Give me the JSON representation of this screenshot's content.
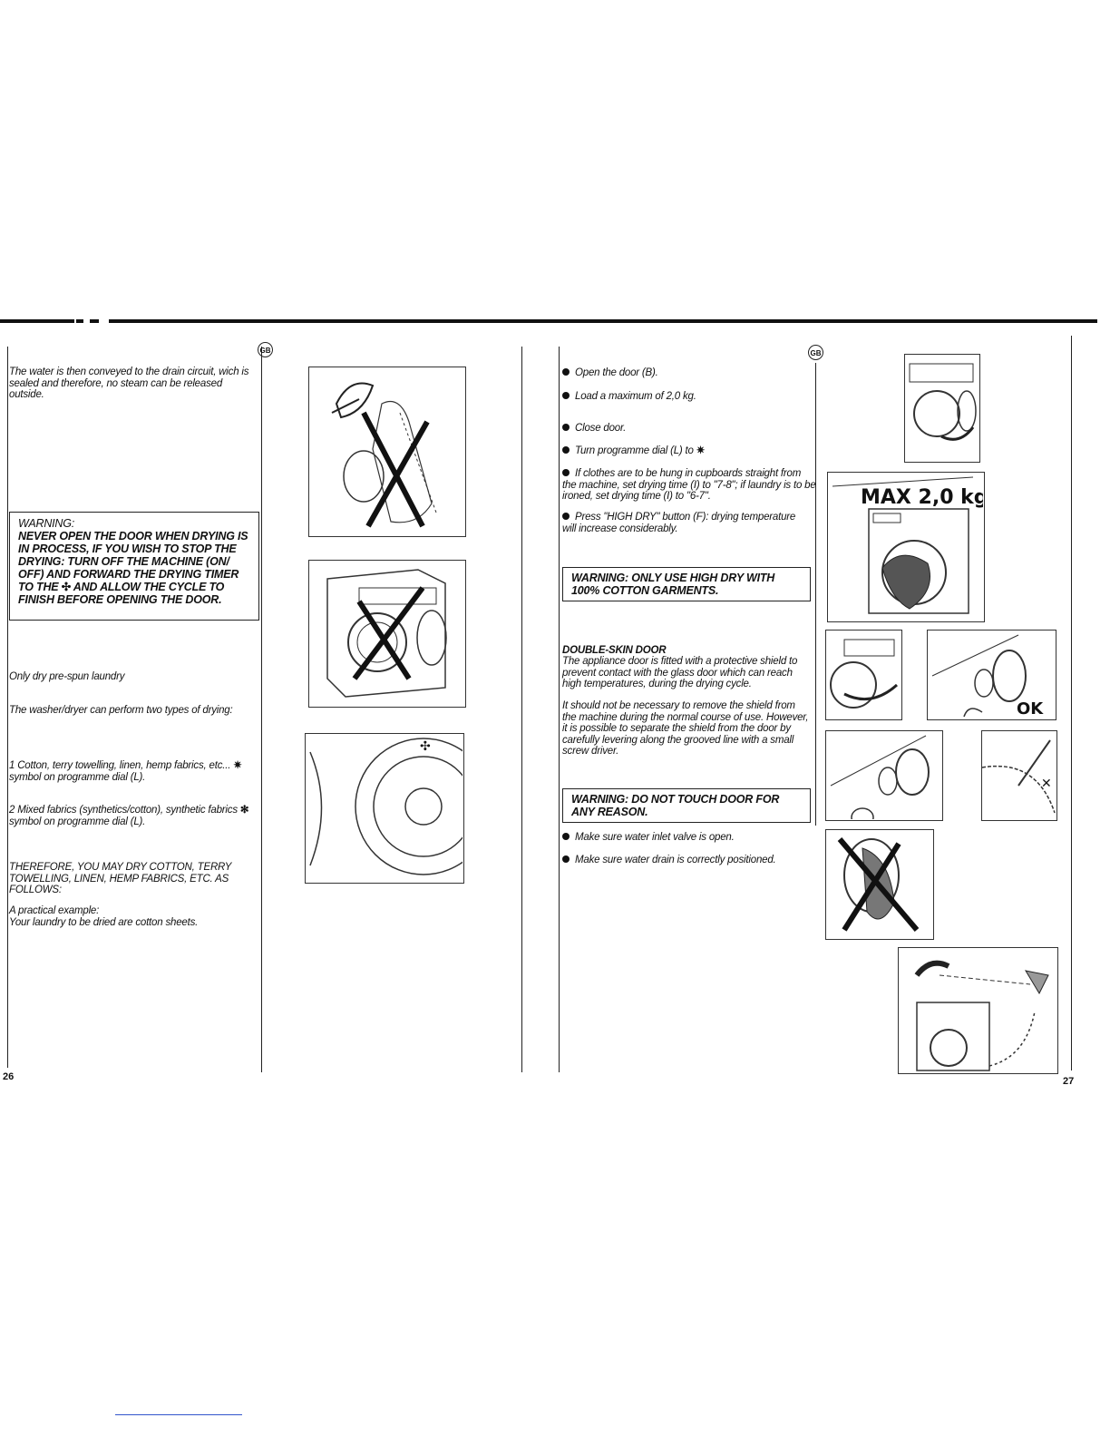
{
  "badge": "GB",
  "left_page": {
    "intro": "The water is then conveyed to the drain circuit, wich is sealed and therefore, no steam can be released outside.",
    "warning": {
      "title": "WARNING:",
      "body": "NEVER OPEN  THE DOOR WHEN DRYING IS IN PROCESS, IF YOU WISH TO STOP THE DRYING: TURN OFF THE MACHINE (ON/ OFF) AND FORWARD THE DRYING TIMER TO THE",
      "body_end": "AND ALLOW THE CYCLE TO FINISH BEFORE OPENING THE DOOR."
    },
    "only_dry": "Only dry pre-spun laundry",
    "two_types": "The washer/dryer can perform two types of drying:",
    "type1_start": "1 Cotton, terry towelling, linen, hemp fabrics, etc...",
    "type1_end": "symbol on programme dial (L).",
    "type2_start": "2 Mixed fabrics (synthetics/cotton), synthetic fabrics",
    "type2_end": "symbol on programme dial (L).",
    "therefore": "THEREFORE, YOU MAY DRY COTTON, TERRY TOWELLING, LINEN, HEMP FABRICS, ETC. AS FOLLOWS:",
    "example_label": "A practical example:",
    "example_text": "Your laundry to be dried are cotton sheets.",
    "page_number": "26"
  },
  "right_page": {
    "bullets": [
      "Open the door (B).",
      "Load a maximum of 2,0 kg.",
      "Close door.",
      "Turn programme dial (L) to",
      "If clothes are to be hung in cupboards straight from the machine, set drying time (I) to \"7-8\"; if laundry is to be ironed, set drying time (I) to \"6-7\".",
      "Press \"HIGH DRY\" button (F): drying temperature will increase considerably."
    ],
    "warning_high_dry": "WARNING: ONLY USE HIGH DRY WITH 100% COTTON GARMENTS.",
    "double_skin_title": "DOUBLE-SKIN DOOR",
    "double_skin_text": "The appliance door is fitted with a protective shield to prevent contact with the glass door which can reach high temperatures, during the drying cycle.",
    "double_skin_text2": "It should not be necessary to remove the shield from the machine during the normal course of use. However, it is possible to separate the shield from the door by carefully levering along the grooved line with a small screw driver.",
    "warning_touch": "WARNING: DO NOT TOUCH  DOOR FOR ANY REASON.",
    "bullets_end": [
      "Make sure water inlet valve is open.",
      "Make sure water drain is correctly positioned."
    ],
    "fig_max_label": "MAX 2,0 kg",
    "fig_ok_label": "OK",
    "page_number": "27"
  },
  "icons": {
    "cotton_symbol": "sun-star-icon",
    "synthetic_symbol": "small-star-icon",
    "timer_symbol": "fan-symbol-icon"
  }
}
